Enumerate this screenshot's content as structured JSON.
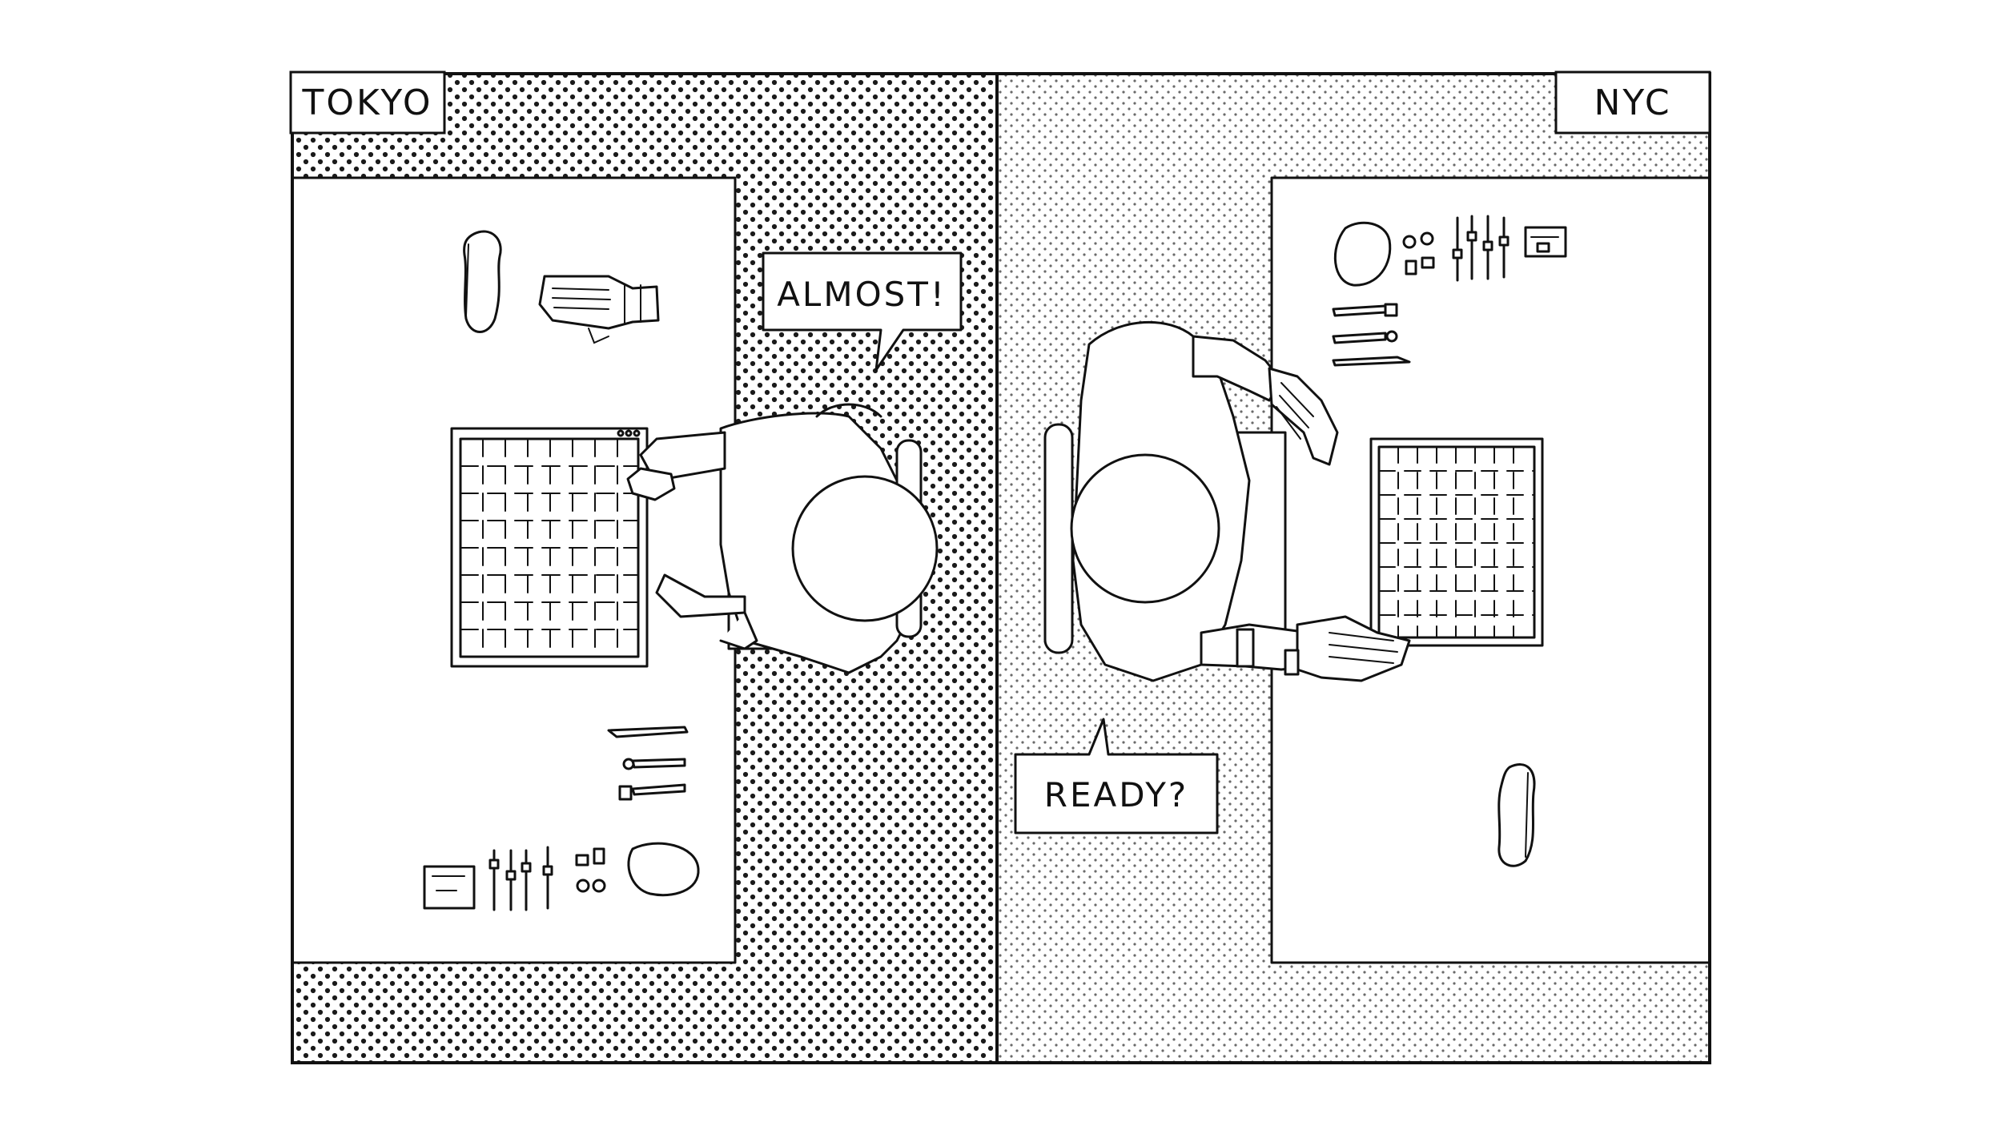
{
  "panel": {
    "left_city": "TOKYO",
    "right_city": "NYC"
  },
  "speech": {
    "tokyo": "ALMOST!",
    "nyc": "READY?"
  },
  "colors": {
    "ink": "#111111",
    "paper": "#ffffff",
    "dots_dense": "#1a1a1a",
    "dots_light": "#6a6a6a"
  },
  "icons": {
    "board": "grid-board-icon",
    "glove": "haptic-glove-icon",
    "tools": "tool-icon",
    "stone": "stone-icon"
  }
}
